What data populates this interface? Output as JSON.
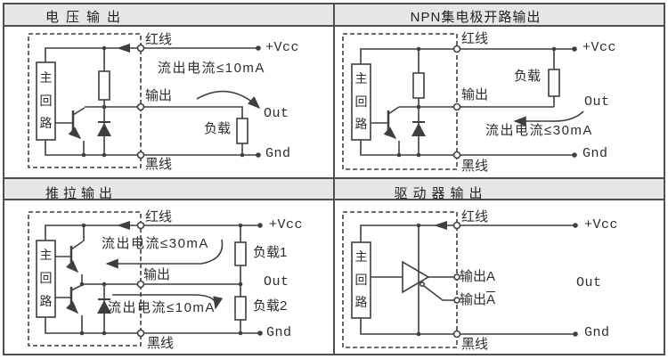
{
  "colors": {
    "line": "#3f3f3f",
    "header_bg": "#e7e7e7",
    "border": "#4f4f4f",
    "text": "#2d2d2d",
    "background": "#ffffff"
  },
  "panels": {
    "voltage": {
      "title": "电压输出",
      "main_circuit": "主回路",
      "red_wire": "红线",
      "vcc": "+Vcc",
      "current_note": "流出电流≤10mA",
      "output": "输出",
      "out": "Out",
      "load": "负载",
      "black_wire": "黑线",
      "gnd": "Gnd"
    },
    "npn": {
      "title": "NPN集电极开路输出",
      "main_circuit": "主回路",
      "red_wire": "红线",
      "vcc": "+Vcc",
      "load": "负载",
      "output": "输出",
      "out": "Out",
      "current_note": "流出电流≤30mA",
      "black_wire": "黑线",
      "gnd": "Gnd"
    },
    "pushpull": {
      "title": "推拉输出",
      "main_circuit": "主回路",
      "red_wire": "红线",
      "vcc": "+Vcc",
      "source_current_note": "流出电流≤30mA",
      "load1": "负载1",
      "output": "输出",
      "out": "Out",
      "sink_current_note": "流出电流≤10mA",
      "load2": "负载2",
      "black_wire": "黑线",
      "gnd": "Gnd"
    },
    "driver": {
      "title": "驱动器输出",
      "main_circuit": "主回路",
      "red_wire": "红线",
      "vcc": "+Vcc",
      "output_a": "输出A",
      "output_b_prefix": "输出",
      "output_b_bar": "A",
      "out": "Out",
      "black_wire": "黑线",
      "gnd": "Gnd"
    }
  }
}
